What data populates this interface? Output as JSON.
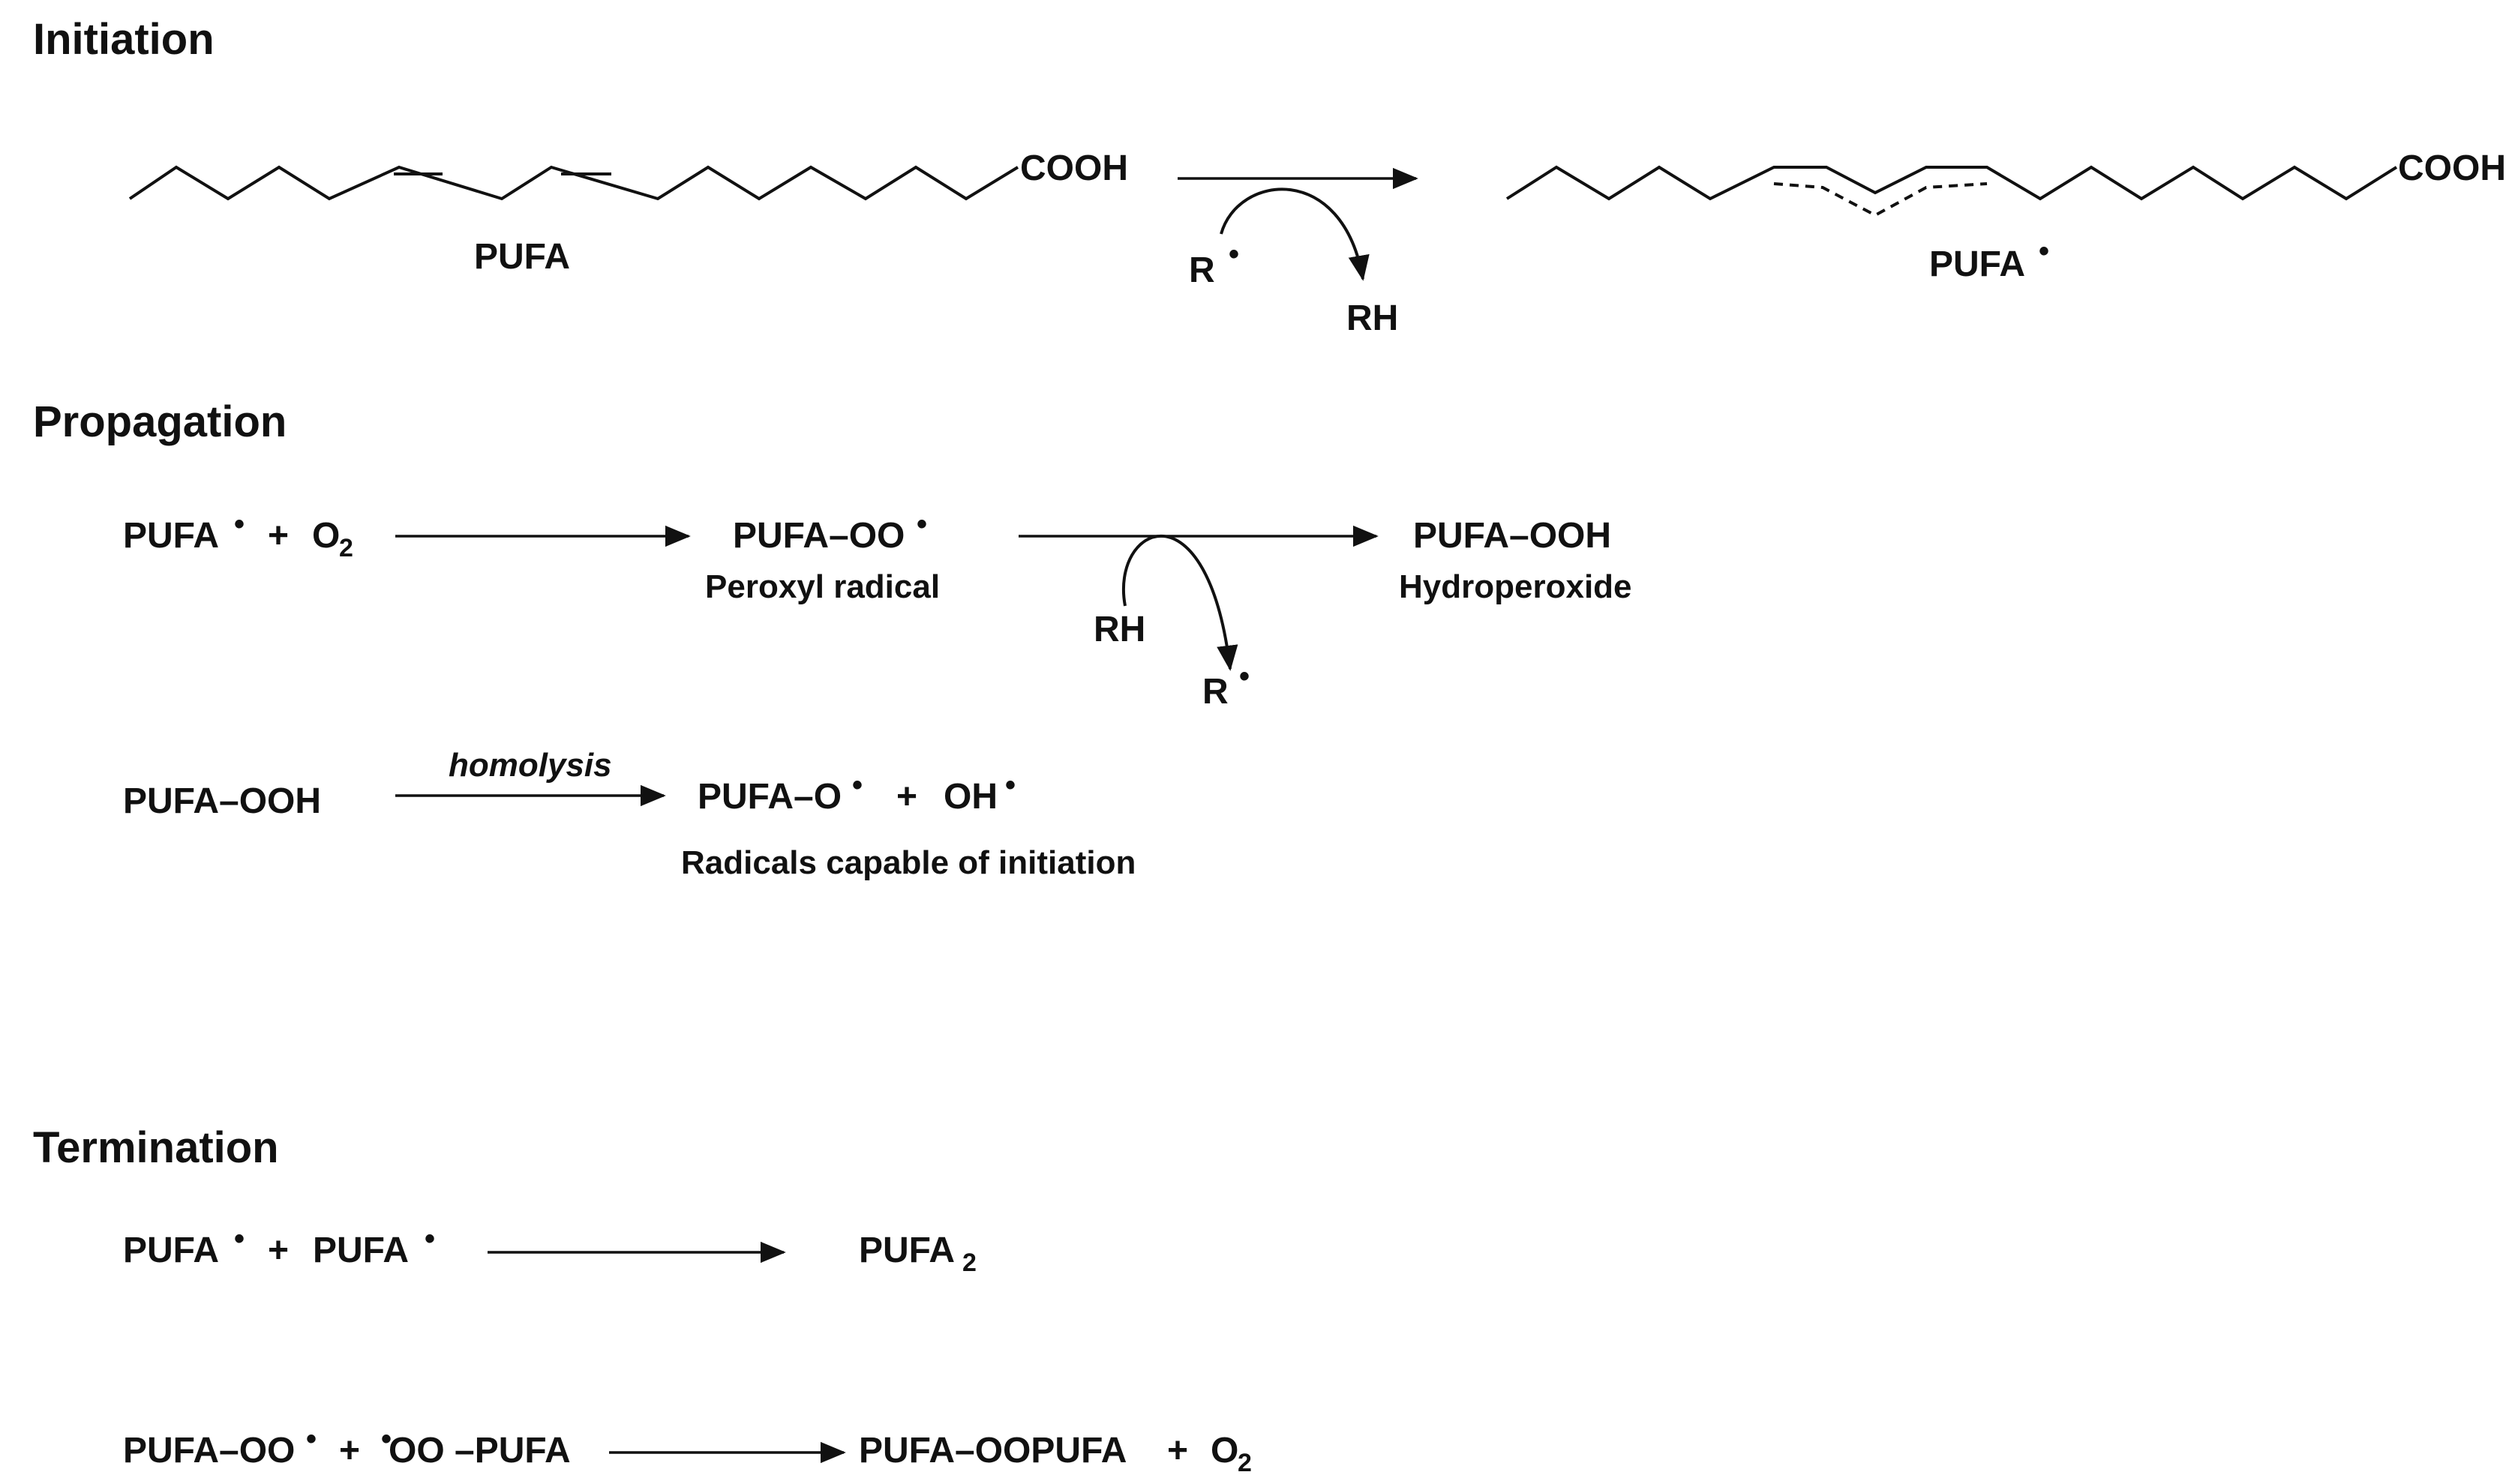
{
  "sections": {
    "initiation": "Initiation",
    "propagation": "Propagation",
    "termination": "Termination"
  },
  "initiation": {
    "reactant_label": "PUFA",
    "cooh_left": "COOH",
    "cooh_right": "COOH",
    "radical_in": "R",
    "abstracted": "RH",
    "product_label": "PUFA",
    "radical_dot": "•"
  },
  "propagation": {
    "eq1_reactant": "PUFA",
    "plus": "+",
    "oxygen": "O",
    "oxygen_sub": "2",
    "peroxyl": "PUFA–OO",
    "peroxyl_caption": "Peroxyl radical",
    "rh_in": "RH",
    "r_out": "R",
    "hydroperoxide": "PUFA–OOH",
    "hydroperoxide_caption": "Hydroperoxide",
    "eq2_reactant": "PUFA–OOH",
    "homolysis": "homolysis",
    "alkoxyl": "PUFA–O",
    "hydroxyl": "OH",
    "radicals_caption": "Radicals capable of initiation"
  },
  "termination": {
    "eq1_a": "PUFA",
    "eq1_b": "PUFA",
    "dimer": "PUFA",
    "dimer_sub": "2",
    "eq2_a": "PUFA–OO",
    "eq2_b_prefix": "OO –PUFA",
    "eq2_product": "PUFA–OOPUFA",
    "eq2_o2": "O",
    "eq2_o2_sub": "2"
  },
  "colors": {
    "ink": "#111111",
    "background": "#ffffff"
  }
}
